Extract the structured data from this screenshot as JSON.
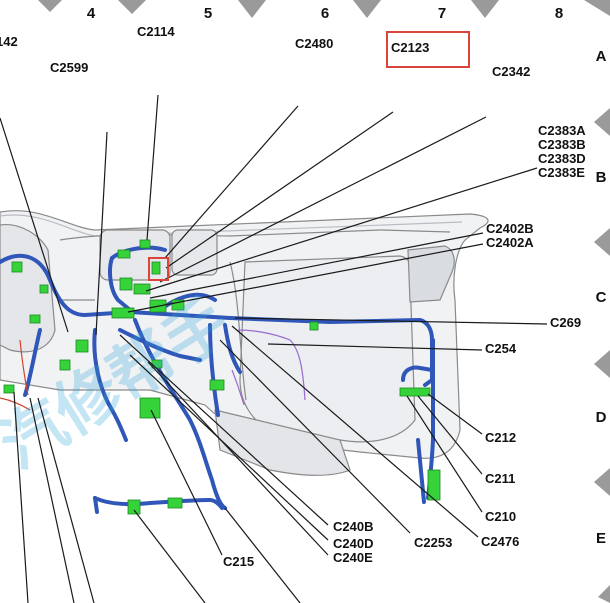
{
  "grid": {
    "columns": [
      "4",
      "5",
      "6",
      "7",
      "8"
    ],
    "rows": [
      "A",
      "B",
      "C",
      "D",
      "E"
    ]
  },
  "connectors": {
    "c142": "142",
    "c2114": "C2114",
    "c2599": "C2599",
    "c2480": "C2480",
    "c2123": "C2123",
    "c2342": "C2342",
    "c2383a": "C2383A",
    "c2383b": "C2383B",
    "c2383d": "C2383D",
    "c2383e": "C2383E",
    "c2402b": "C2402B",
    "c2402a": "C2402A",
    "c269": "C269",
    "c254": "C254",
    "c212": "C212",
    "c211": "C211",
    "c210": "C210",
    "c240b": "C240B",
    "c240d": "C240D",
    "c240e": "C240E",
    "c215": "C215",
    "c2253": "C2253",
    "c2476": "C2476"
  },
  "highlight": {
    "color": "#d9453b"
  },
  "watermark": {
    "text": "汽修帮手"
  },
  "colors": {
    "harness": "#2f56b8",
    "connector": "#35d23a",
    "wire_red": "#d0442f",
    "wire_purple": "#9a6ad0",
    "leader": "#1a1a1a"
  }
}
